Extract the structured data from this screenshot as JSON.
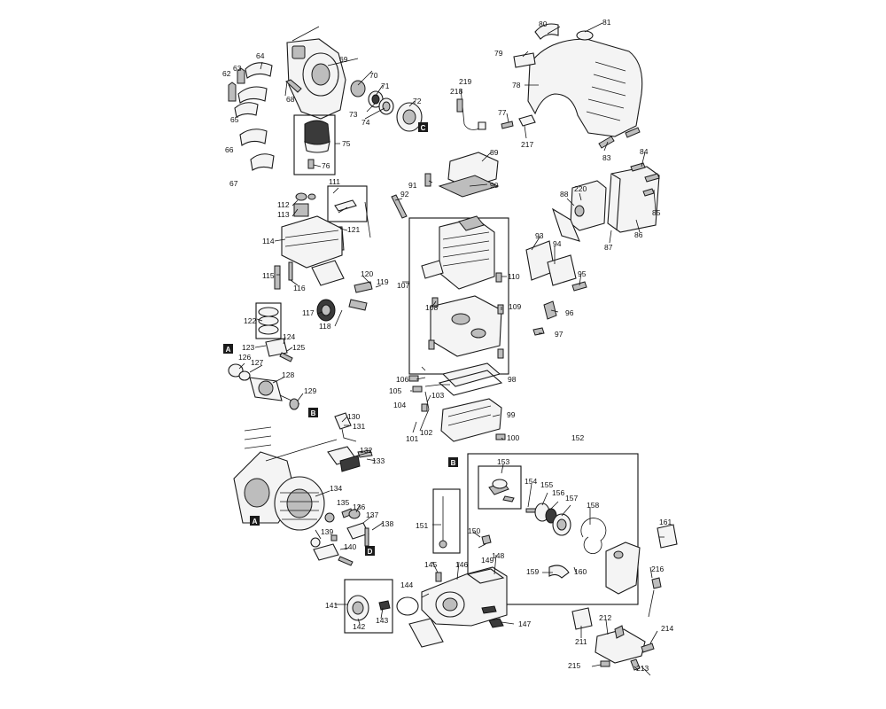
{
  "diagram": {
    "callouts": [
      "62",
      "63",
      "64",
      "65",
      "66",
      "67",
      "68",
      "69",
      "70",
      "71",
      "72",
      "73",
      "74",
      "75",
      "76",
      "77",
      "78",
      "79",
      "80",
      "81",
      "83",
      "84",
      "85",
      "86",
      "87",
      "88",
      "89",
      "90",
      "91",
      "92",
      "93",
      "94",
      "95",
      "96",
      "97",
      "98",
      "99",
      "100",
      "101",
      "102",
      "103",
      "104",
      "105",
      "106",
      "107",
      "108",
      "109",
      "110",
      "111",
      "112",
      "113",
      "114",
      "115",
      "116",
      "117",
      "118",
      "119",
      "120",
      "121",
      "122",
      "123",
      "124",
      "125",
      "126",
      "127",
      "128",
      "129",
      "130",
      "131",
      "132",
      "133",
      "134",
      "135",
      "136",
      "137",
      "138",
      "139",
      "140",
      "141",
      "142",
      "143",
      "144",
      "145",
      "146",
      "147",
      "148",
      "149",
      "150",
      "151",
      "152",
      "153",
      "154",
      "155",
      "156",
      "157",
      "158",
      "159",
      "160",
      "161",
      "211",
      "212",
      "213",
      "214",
      "215",
      "216",
      "217",
      "218",
      "219",
      "220"
    ],
    "reference_markers": [
      "A",
      "B",
      "C",
      "D"
    ]
  }
}
